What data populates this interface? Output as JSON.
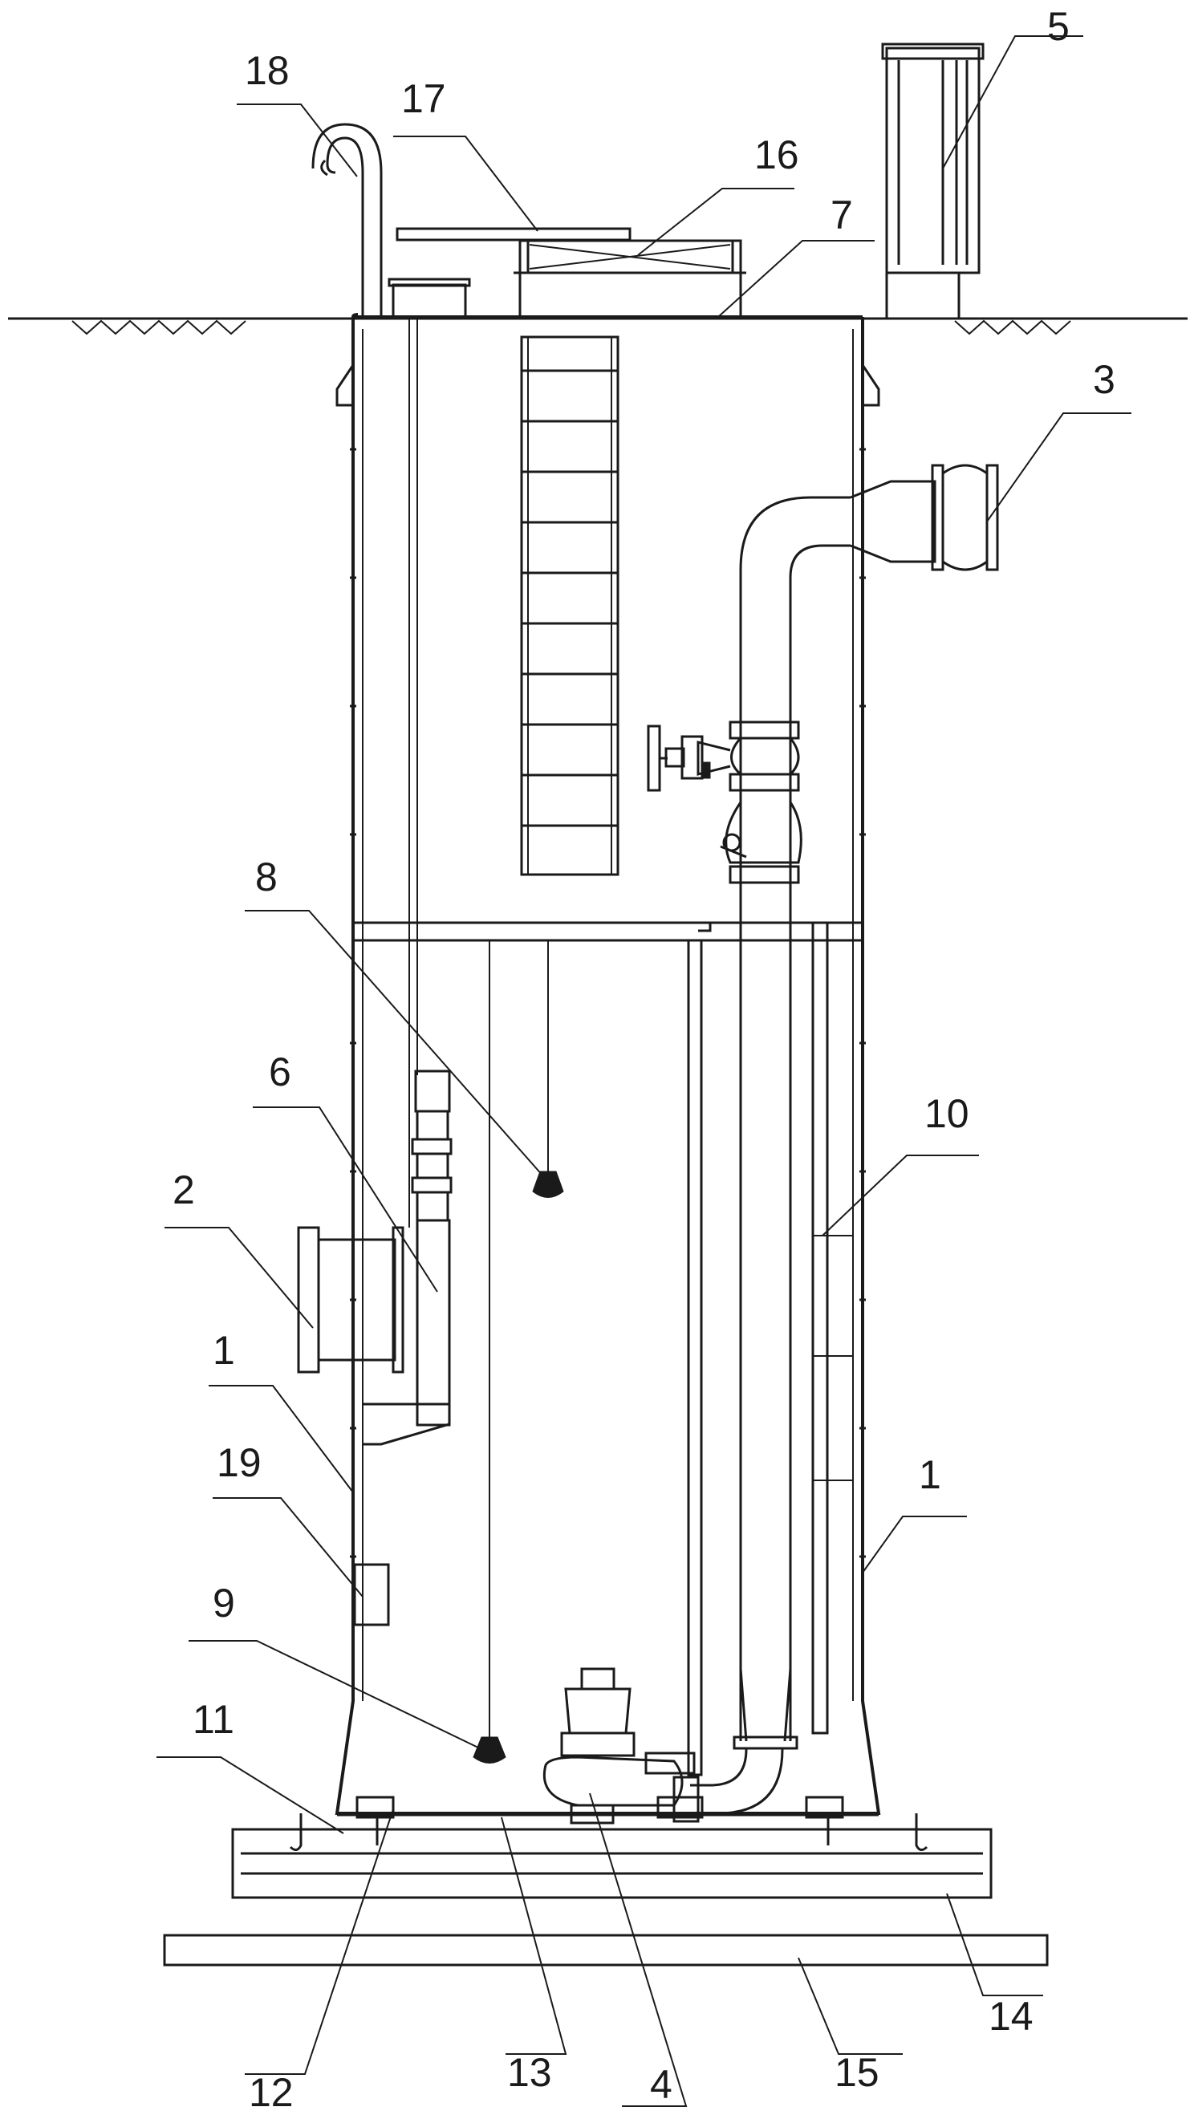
{
  "labels": {
    "l1a": "1",
    "l1b": "1",
    "l2": "2",
    "l3": "3",
    "l4": "4",
    "l5": "5",
    "l6": "6",
    "l7": "7",
    "l8": "8",
    "l9": "9",
    "l10": "10",
    "l11": "11",
    "l12": "12",
    "l13": "13",
    "l14": "14",
    "l15": "15",
    "l16": "16",
    "l17": "17",
    "l18": "18",
    "l19": "19"
  }
}
